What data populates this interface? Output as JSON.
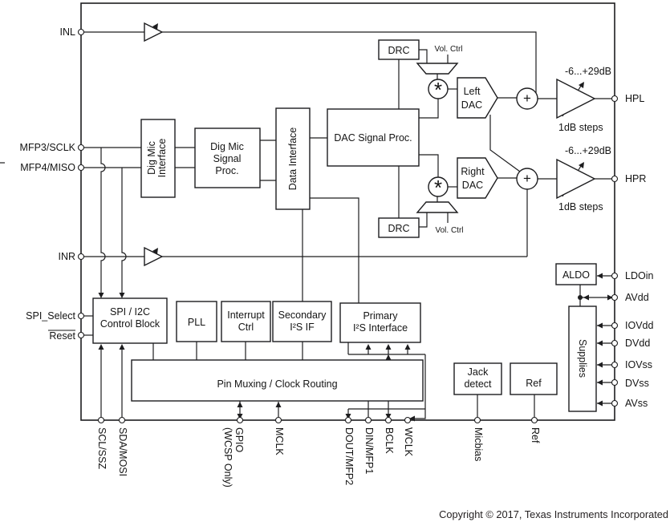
{
  "colors": {
    "line": "#1d1d1f",
    "text": "#141414",
    "background": "#ffffff"
  },
  "blocks": {
    "dig_mic_interface": {
      "l1": "Dig Mic",
      "l2": "Interface"
    },
    "dig_mic_signal_proc": {
      "l1": "Dig Mic",
      "l2": "Signal",
      "l3": "Proc."
    },
    "data_interface": "Data Interface",
    "dac_signal_proc": "DAC Signal Proc.",
    "drc_top": "DRC",
    "drc_bottom": "DRC",
    "vol_ctrl_top": "Vol. Ctrl",
    "vol_ctrl_bottom": "Vol. Ctrl",
    "left_dac": {
      "l1": "Left",
      "l2": "DAC"
    },
    "right_dac": {
      "l1": "Right",
      "l2": "DAC"
    },
    "spi_i2c": {
      "l1": "SPI / I2C",
      "l2": "Control Block"
    },
    "pll": "PLL",
    "interrupt": {
      "l1": "Interrupt",
      "l2": "Ctrl"
    },
    "secondary_i2s": {
      "l1": "Secondary",
      "l2": "I²S IF"
    },
    "primary_i2s": {
      "l1": "Primary",
      "l2": "I²S Interface"
    },
    "pin_muxing": "Pin Muxing / Clock Routing",
    "jack_detect": {
      "l1": "Jack",
      "l2": "detect"
    },
    "ref": "Ref",
    "aldo": "ALDO",
    "supplies": "Supplies",
    "mult_symbol": "*",
    "sum_symbol": "+"
  },
  "gain": {
    "hpl_range": "-6...+29dB",
    "hpl_step": "1dB steps",
    "hpr_range": "-6...+29dB",
    "hpr_step": "1dB steps"
  },
  "pins": {
    "left": [
      "INL",
      "MFP3/SCLK",
      "MFP4/MISO",
      "INR",
      "SPI_Select",
      "Reset"
    ],
    "right": [
      "HPL",
      "HPR",
      "LDOin",
      "AVdd",
      "IOVdd",
      "DVdd",
      "IOVss",
      "DVss",
      "AVss"
    ],
    "bottom": [
      "SCL/SSZ",
      "SDA/MOSI",
      "GPIO",
      "(WCSP Only)",
      "MCLK",
      "DOUT/MFP2",
      "DIN/MFP1",
      "BCLK",
      "WCLK",
      "Micbias",
      "Ref"
    ]
  },
  "footer": {
    "copyright": "Copyright © 2017, Texas Instruments Incorporated"
  }
}
